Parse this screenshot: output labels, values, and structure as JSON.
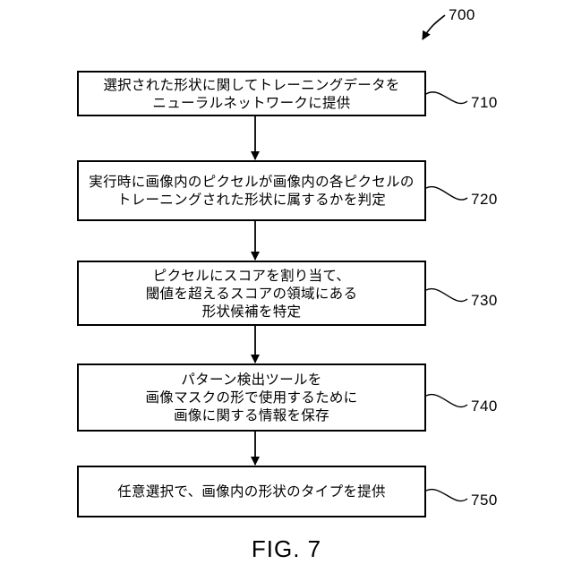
{
  "figure": {
    "number": "700",
    "caption": "FIG. 7"
  },
  "steps": [
    {
      "ref": "710",
      "lines": [
        "選択された形状に関してトレーニングデータを",
        "ニューラルネットワークに提供"
      ]
    },
    {
      "ref": "720",
      "lines": [
        "実行時に画像内のピクセルが画像内の各ピクセルの",
        "トレーニングされた形状に属するかを判定"
      ]
    },
    {
      "ref": "730",
      "lines": [
        "ピクセルにスコアを割り当て、",
        "閾値を超えるスコアの領域にある",
        "形状候補を特定"
      ]
    },
    {
      "ref": "740",
      "lines": [
        "パターン検出ツールを",
        "画像マスクの形で使用するために",
        "画像に関する情報を保存"
      ]
    },
    {
      "ref": "750",
      "lines": [
        "任意選択で、画像内の形状のタイプを提供"
      ]
    }
  ]
}
